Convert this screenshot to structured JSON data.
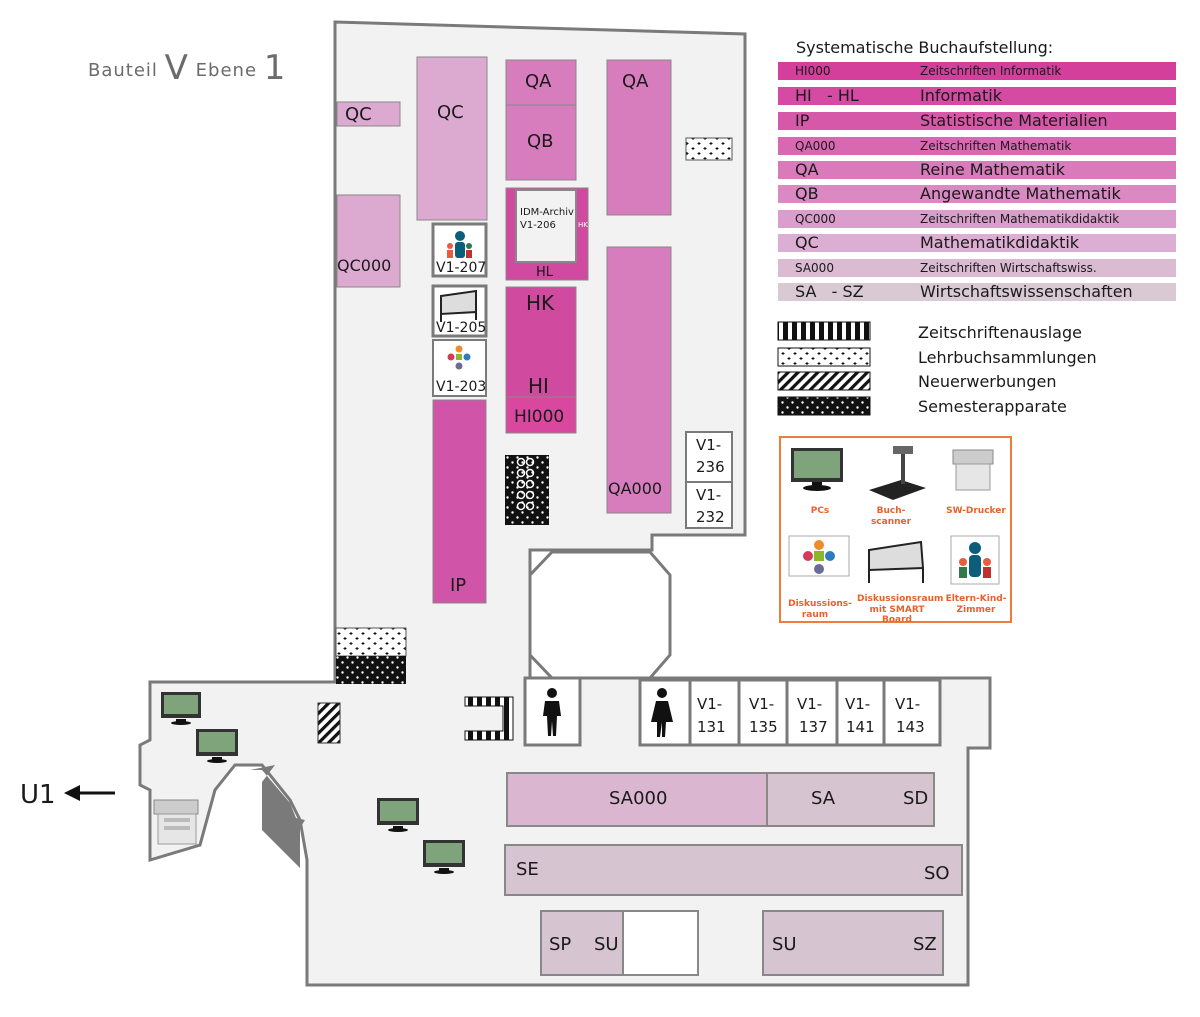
{
  "header": {
    "bauteil_word": "Bauteil",
    "bauteil_letter": "V",
    "ebene_word": "Ebene",
    "ebene_num": "1"
  },
  "colors": {
    "floor": "#f2f2f2",
    "wall": "#7a7a7a",
    "hi": "#d9479f",
    "hk": "#d04aa0",
    "ip": "#d055a8",
    "qa": "#d77cbd",
    "qc": "#dcaad0",
    "sa": "#dab6d0",
    "s": "#d7c4d1",
    "orange": "#f07c3c"
  },
  "stacks": {
    "qc_small": "QC",
    "qc_big": "QC",
    "qc000": "QC000",
    "qa_top": "QA",
    "qb": "QB",
    "qa_right": "QA",
    "idm_line1": "IDM-Archiv",
    "idm_line2": "V1-206",
    "hk_side": "HK",
    "hl": "HL",
    "hk": "HK",
    "hi": "HI",
    "hi000": "HI000",
    "qa000": "QA000",
    "ip": "IP",
    "sa000": "SA000",
    "sa": "SA",
    "sd": "SD",
    "se": "SE",
    "so": "SO",
    "sp": "SP",
    "su_left": "SU",
    "su_right": "SU",
    "sz": "SZ"
  },
  "rooms": {
    "v1_207": "V1-207",
    "v1_205": "V1-205",
    "v1_203": "V1-203",
    "v1_236": [
      "V1-",
      "236"
    ],
    "v1_232": [
      "V1-",
      "232"
    ],
    "v1_131": [
      "V1-",
      "131"
    ],
    "v1_135": [
      "V1-",
      "135"
    ],
    "v1_137": [
      "V1-",
      "137"
    ],
    "v1_141": [
      "V1-",
      "141"
    ],
    "v1_143": [
      "V1-",
      "143"
    ]
  },
  "exit": {
    "label": "U1"
  },
  "legend": {
    "title": "Systematische Buchaufstellung:",
    "rows": [
      {
        "code": "HI000",
        "desc": "Zeitschriften Informatik",
        "color": "#d43f9c",
        "size": "small"
      },
      {
        "code": "HI   - HL",
        "desc": "Informatik",
        "color": "#d54aa2",
        "size": "big"
      },
      {
        "code": "IP",
        "desc": "Statistische Materialien",
        "color": "#d659a9",
        "size": "big"
      },
      {
        "code": "QA000",
        "desc": "Zeitschriften Mathematik",
        "color": "#d768b1",
        "size": "small"
      },
      {
        "code": "QA",
        "desc": "Reine Mathematik",
        "color": "#d97bbb",
        "size": "big"
      },
      {
        "code": "QB",
        "desc": "Angewandte Mathematik",
        "color": "#da89c3",
        "size": "big"
      },
      {
        "code": "QC000",
        "desc": "Zeitschriften Mathematikdidaktik",
        "color": "#db9dcb",
        "size": "small"
      },
      {
        "code": "QC",
        "desc": "Mathematikdidaktik",
        "color": "#dcaed3",
        "size": "big"
      },
      {
        "code": "SA000",
        "desc": "Zeitschriften Wirtschaftswiss.",
        "color": "#dabbd2",
        "size": "small"
      },
      {
        "code": "SA   - SZ",
        "desc": "Wirtschaftswissenschaften",
        "color": "#d8c9d3",
        "size": "big"
      }
    ],
    "patterns": [
      {
        "label": "Zeitschriftenauslage",
        "pattern": "stripes"
      },
      {
        "label": "Lehrbuchsammlungen",
        "pattern": "dots"
      },
      {
        "label": "Neuerwerbungen",
        "pattern": "hatch"
      },
      {
        "label": "Semesterapparate",
        "pattern": "blackdots"
      }
    ]
  },
  "icons": {
    "pcs": "PCs",
    "scanner_1": "Buch-",
    "scanner_2": "scanner",
    "printer": "SW-Drucker",
    "disc_1": "Diskussions-",
    "disc_2": "raum",
    "smart_1": "Diskussionsraum",
    "smart_2": "mit SMART Board",
    "kid_1": "Eltern-Kind-",
    "kid_2": "Zimmer"
  }
}
